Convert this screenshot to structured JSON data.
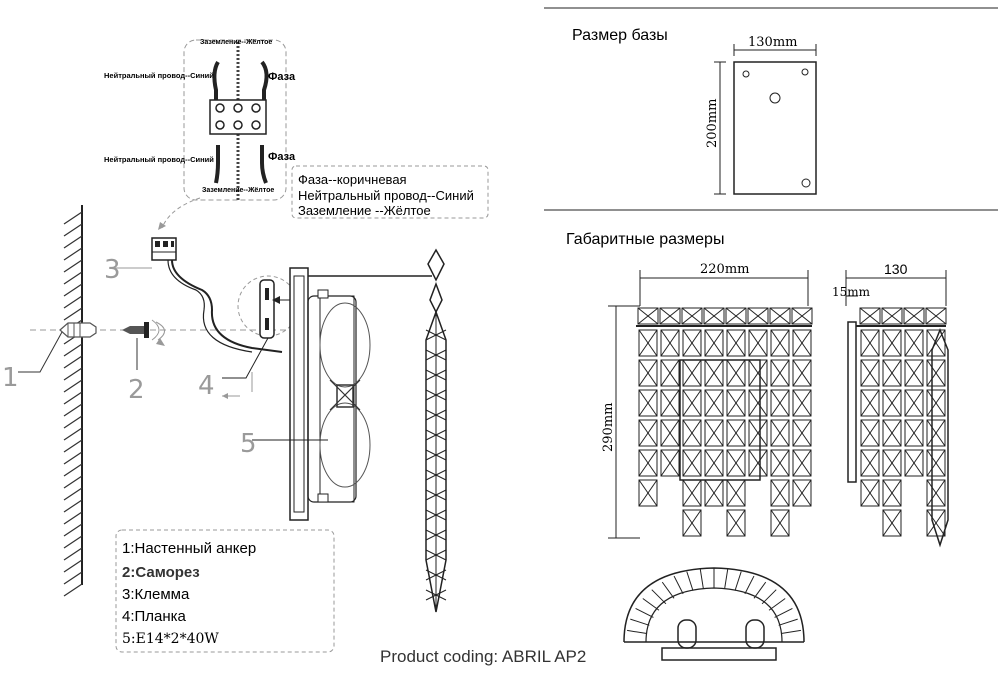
{
  "wiring": {
    "ground_top": "Заземление--Жёлтое",
    "neutral_top": "Нейтральный провод--Синий",
    "phase_top": "Фаза",
    "neutral_bottom": "Нейтральный провод--Синий",
    "phase_bottom": "Фаза",
    "ground_bottom": "Заземление--Жёлтое"
  },
  "color_legend": {
    "line1": "Фаза--коричневая",
    "line2": "Нейтральный провод--Синий",
    "line3": "Заземление --Жёлтое"
  },
  "callouts": {
    "n1": "1",
    "n2": "2",
    "n3": "3",
    "n4": "4",
    "n5": "5"
  },
  "parts": [
    {
      "num": "1",
      "label": "1:Настенный анкер"
    },
    {
      "num": "2",
      "label": "2:Саморез"
    },
    {
      "num": "3",
      "label": "3:Клемма"
    },
    {
      "num": "4",
      "label": "4:Планка"
    },
    {
      "num": "5",
      "label": "5:E14*2*40W"
    }
  ],
  "base_size": {
    "title": "Размер базы",
    "width": "130mm",
    "height": "200mm"
  },
  "overall_size": {
    "title": "Габаритные размеры",
    "width": "220mm",
    "depth": "130",
    "offset": "15mm",
    "height": "290mm"
  },
  "product_coding": "Product coding: ABRIL AP2"
}
